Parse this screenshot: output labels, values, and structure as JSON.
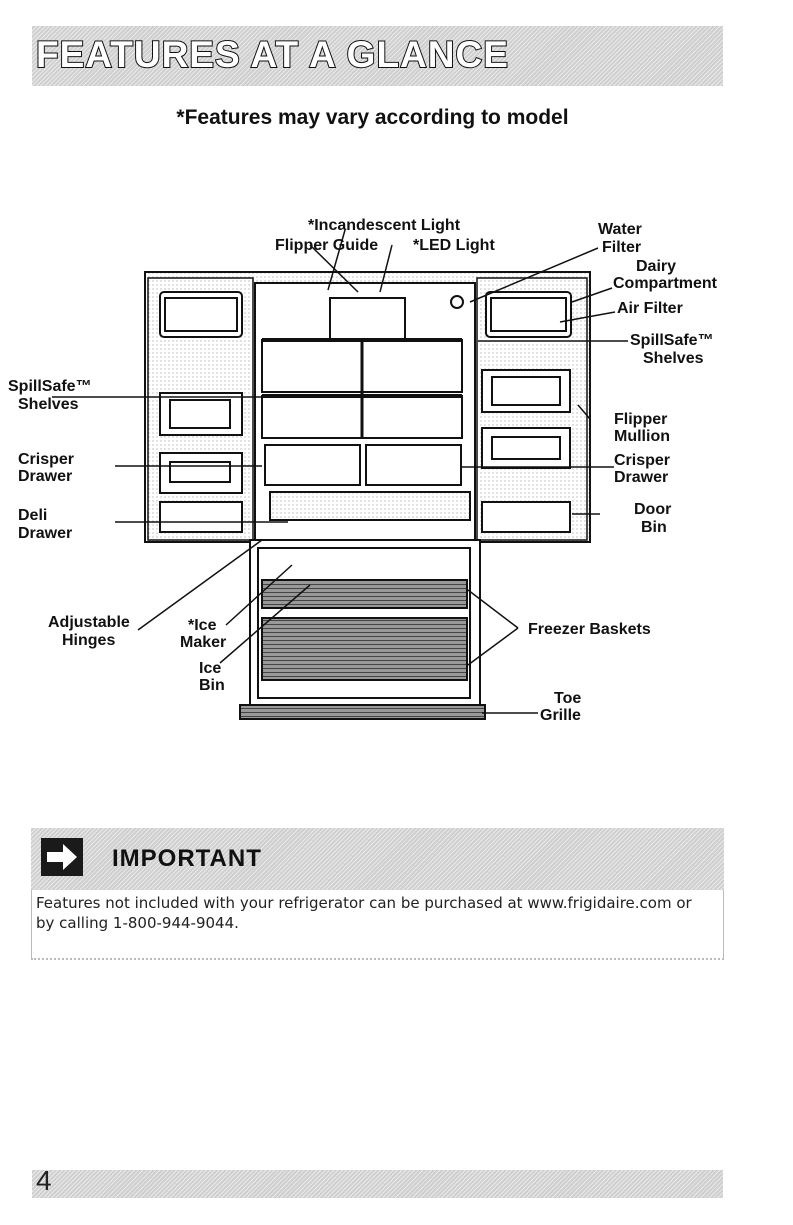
{
  "page": {
    "title": "FEATURES AT A GLANCE",
    "subtitle": "*Features may vary according to model",
    "page_number": "4"
  },
  "diagram": {
    "labels": {
      "incandescent": "*Incandescent Light",
      "flipper_guide": "Flipper Guide",
      "led_light": "*LED Light",
      "water": "Water",
      "filter": "Filter",
      "dairy": "Dairy",
      "compartment": "Compartment",
      "air_filter": "Air Filter",
      "spillsafe_r1": "SpillSafe™",
      "shelves_r": "Shelves",
      "spillsafe_l1": "SpillSafe™",
      "shelves_l": "Shelves",
      "flipper": "Flipper",
      "mullion": "Mullion",
      "crisper_l1": "Crisper",
      "drawer_l": "Drawer",
      "crisper_r1": "Crisper",
      "drawer_r": "Drawer",
      "deli": "Deli",
      "deli_drawer": "Drawer",
      "door": "Door",
      "bin": "Bin",
      "adjustable": "Adjustable",
      "hinges": "Hinges",
      "ice1": "*Ice",
      "maker": "Maker",
      "ice2": "Ice",
      "ice_bin": "Bin",
      "freezer_baskets": "Freezer Baskets",
      "toe": "Toe",
      "grille": "Grille"
    }
  },
  "important": {
    "title": "IMPORTANT",
    "body": "Features not included with your refrigerator can be purchased at www.frigidaire.com or by calling 1-800-944-9044."
  }
}
